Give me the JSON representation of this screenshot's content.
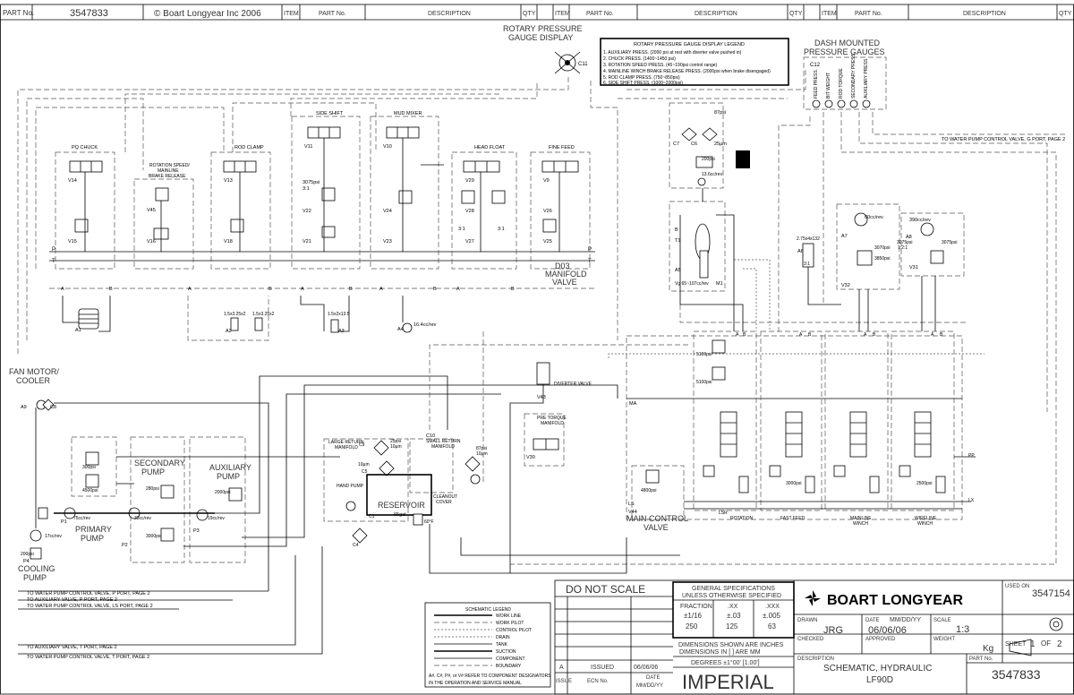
{
  "header": {
    "part_no_label": "PART No.",
    "part_no_value": "3547833",
    "copyright": "© Boart Longyear Inc 2006",
    "col_item": "ITEM",
    "col_part_no": "PART No.",
    "col_description": "DESCRIPTION",
    "col_qty": "QTY"
  },
  "labels": {
    "rotary_gauge_display_1": "ROTARY PRESSURE",
    "rotary_gauge_display_2": "GAUGE DISPLAY",
    "c11": "C11",
    "dash_gauges_1": "DASH MOUNTED",
    "dash_gauges_2": "PRESSURE GAUGES",
    "c12": "C12",
    "dash_g1": "FEED PRESS.",
    "dash_g2": "BIT WEIGHT",
    "dash_g3": "ROD TORQUE",
    "dash_g4": "SECONDARY PRESS.",
    "dash_g5": "AUXILIARY PRESS.",
    "to_water_g": "TO WATER PUMP CONTROL VALVE, G PORT, PAGE 2",
    "pq_chuck": "PQ CHUCK",
    "rotation_speed_1": "ROTATION SPEED/",
    "rotation_speed_2": "MAINLINE",
    "rotation_speed_3": "BRAKE RELEASE",
    "rod_clamp": "ROD CLAMP",
    "side_shift": "SIDE SHIFT",
    "mud_mixer": "MUD MIXER",
    "head_float": "HEAD FLOAT",
    "fine_feed": "FINE FEED",
    "v14": "V14",
    "v15": "V15",
    "v45": "V45",
    "v16": "V16",
    "v13": "V13",
    "v18": "V18",
    "v11": "V11",
    "v22": "V22",
    "v21": "V21",
    "v10": "V10",
    "v24": "V24",
    "v23": "V23",
    "v29": "V29",
    "v28": "V28",
    "v27": "V27",
    "v9": "V9",
    "v26": "V26",
    "v25": "V25",
    "p3075": "3075psi",
    "r31": "3:1",
    "d03_1": "D03",
    "d03_2": "MANIFOLD",
    "d03_3": "VALVE",
    "a1": "A1",
    "a2": "A2",
    "a3": "A3",
    "a4": "A4",
    "cyl_a2a": "1.5x3.25x2",
    "cyl_a2b": "1.5x3.25x2",
    "cyl_a3": "1.5x2x13.5",
    "a4_flow": "16.4cc/rev",
    "port_a": "A",
    "port_b": "B",
    "port_p": "P",
    "port_t": "T",
    "c7": "C7",
    "c6": "C6",
    "p87": "87psi",
    "p25": "25µm",
    "p200": "200psi",
    "p136": "13.6cc/rev",
    "a5": "A5",
    "m1": "M1",
    "t1": "T1",
    "vg_range": "Vg 65~107cc/rev",
    "a6": "A6",
    "p275": "2.75x4x132",
    "a7": "A7",
    "p60": "60cc/rev",
    "p3070": "3070psi",
    "p3850": "3850psi",
    "v32": "V32",
    "a8": "A8",
    "p390": "390cc/rev",
    "p3075b": "3075psi",
    "r121": "1:2:1",
    "v31": "V31",
    "fan_motor_1": "FAN MOTOR/",
    "fan_motor_2": "COOLER",
    "a9": "A9",
    "c8": "C8",
    "diverter": "DIVERTER VALVE",
    "v43": "V43",
    "pre_torque_1": "PRE TORQUE",
    "pre_torque_2": "MANIFOLD",
    "v30": "V30",
    "p5100a": "5100psi",
    "p5100b": "5100psi",
    "rotation": "ROTATION",
    "fast_feed": "FAST FEED",
    "mainline_winch_1": "MAINLINE",
    "mainline_winch_2": "WINCH",
    "wireline_winch_1": "WIRELINE",
    "wireline_winch_2": "WINCH",
    "p3000": "3000psi",
    "p2500": "2500psi",
    "p4800": "4800psi",
    "main_control_1": "MAIN CONTROL",
    "main_control_2": "VALVE",
    "v44": "V44",
    "ls": "LS",
    "ma": "MA",
    "lsr": "LSR",
    "pp": "PP",
    "lx": "LX",
    "secondary_pump_1": "SECONDARY",
    "secondary_pump_2": "PUMP",
    "auxiliary_pump_1": "AUXILIARY",
    "auxiliary_pump_2": "PUMP",
    "primary_pump_1": "PRIMARY",
    "primary_pump_2": "PUMP",
    "cooling_pump_1": "COOLING",
    "cooling_pump_2": "PUMP",
    "p300": "300psi",
    "p4500": "4500psi",
    "p280": "280psi",
    "p2000": "2000psi",
    "p33": "33cc/rev",
    "p75": "75cc/rev",
    "p19": "19cc/rev",
    "p3000b": "3000psi",
    "p17": "17cc/rev",
    "p200b": "200psi",
    "p2": "P2",
    "p1": "P1",
    "p3": "P3",
    "p4": "P4",
    "large_return_1": "LARGE RETURN",
    "large_return_2": "MANIFOLD",
    "small_return_1": "SMALL RETURN",
    "small_return_2": "MANIFOLD",
    "c10": "C10",
    "c9": "C9",
    "p25b": "25psi",
    "p10a": "10µm",
    "p10b": "10µm",
    "p87b": "87psi",
    "p10c": "10µm",
    "reservoir": "RESERVOIR",
    "p65": "65gal",
    "hand_pump": "HAND PUMP",
    "cleanout_1": "CLEANOUT",
    "cleanout_2": "COVER",
    "p60f": "60°F",
    "c1": "C1",
    "c4": "C4",
    "c5": "C5",
    "to_water_p": "TO WATER PUMP CONTROL VALVE, P PORT, PAGE 2",
    "to_aux_p": "TO AUXILIARY VALVE, P PORT, PAGE 2",
    "to_water_ls": "TO WATER PUMP CONTROL VALVE, LS PORT, PAGE 2",
    "to_aux_t": "TO AUXILIARY VALVE, T PORT, PAGE 2",
    "to_water_t": "TO WATER PUMP CONTROL VALVE, T PORT, PAGE 2"
  },
  "legend_box": {
    "title": "ROTARY PRESSURE GAUGE DISPLAY LEGEND",
    "items": [
      "1.  AUXILIARY PRESS.   (2000 psi at rest with diverter valve pushed in)",
      "2.  CHUCK PRESS.   (1400~1450 psi)",
      "3.  ROTATION SPEED PRESS.   (45~190psi control range)",
      "4.  MAINLINE WINCH BRAKE RELEASE PRESS.   (2000psi when brake disengaged)",
      "5.  ROD CLAMP PRESS.   (750~850psi)",
      "6.  SIDE SHIFT PRESS.   (1000~2000psi)"
    ]
  },
  "schematic_legend": {
    "title": "SCHEMATIC LEGEND",
    "items": [
      "WORK LINE",
      "WORK PILOT",
      "CONTROL PILOT",
      "DRAIN",
      "TANK",
      "SUCTION",
      "COMPONENT",
      "BOUNDARY"
    ],
    "note_1": "A#, C#, P#, or V# REFER TO COMPONENT DESIGNATORS",
    "note_2": "IN THE OPERATION AND SERVICE MANUAL"
  },
  "title_block": {
    "do_not_scale": "DO NOT SCALE",
    "gen_spec_1": "GENERAL SPECIFICATIONS",
    "gen_spec_2": "UNLESS OTHERWISE SPECIFIED",
    "fraction": "FRACTION",
    "xx": ".XX",
    "xxx": ".XXX",
    "tol_frac": "±1/16",
    "tol_xx": "±.03",
    "tol_xxx": "±.005",
    "ang_1": "250",
    "ang_2": "125",
    "ang_3": "63",
    "dims_1": "DIMENSIONS SHOWN ARE INCHES",
    "dims_2": "DIMENSIONS IN [ ] ARE MM",
    "degrees": "DEGREES ±1°00' [1.00']",
    "imperial": "IMPERIAL",
    "rev_a": "A",
    "issued": "ISSUED",
    "issued_date": "06/06/06",
    "issue": "ISSUE",
    "ecn_no": "ECN No.",
    "date": "DATE",
    "date_fmt": "MM/DD/YY",
    "brand": "BOART LONGYEAR",
    "used_on": "USED ON",
    "used_on_value": "3547154",
    "drawn": "DRAWN",
    "drawn_by": "JRG",
    "date_label": "DATE",
    "date_mmddyy": "MM/DD/YY",
    "date_value": "06/06/06",
    "scale": "SCALE",
    "scale_value": "1:3",
    "checked": "CHECKED",
    "approved": "APPROVED",
    "weight": "WEIGHT",
    "weight_unit": "Kg",
    "sheet": "SHEET",
    "sheet_value": "1",
    "of": "OF",
    "sheet_total": "2",
    "description": "DESCRIPTION",
    "desc_1": "SCHEMATIC, HYDRAULIC",
    "desc_2": "LF90D",
    "part_no": "PART No.",
    "part_no_value": "3547833"
  }
}
